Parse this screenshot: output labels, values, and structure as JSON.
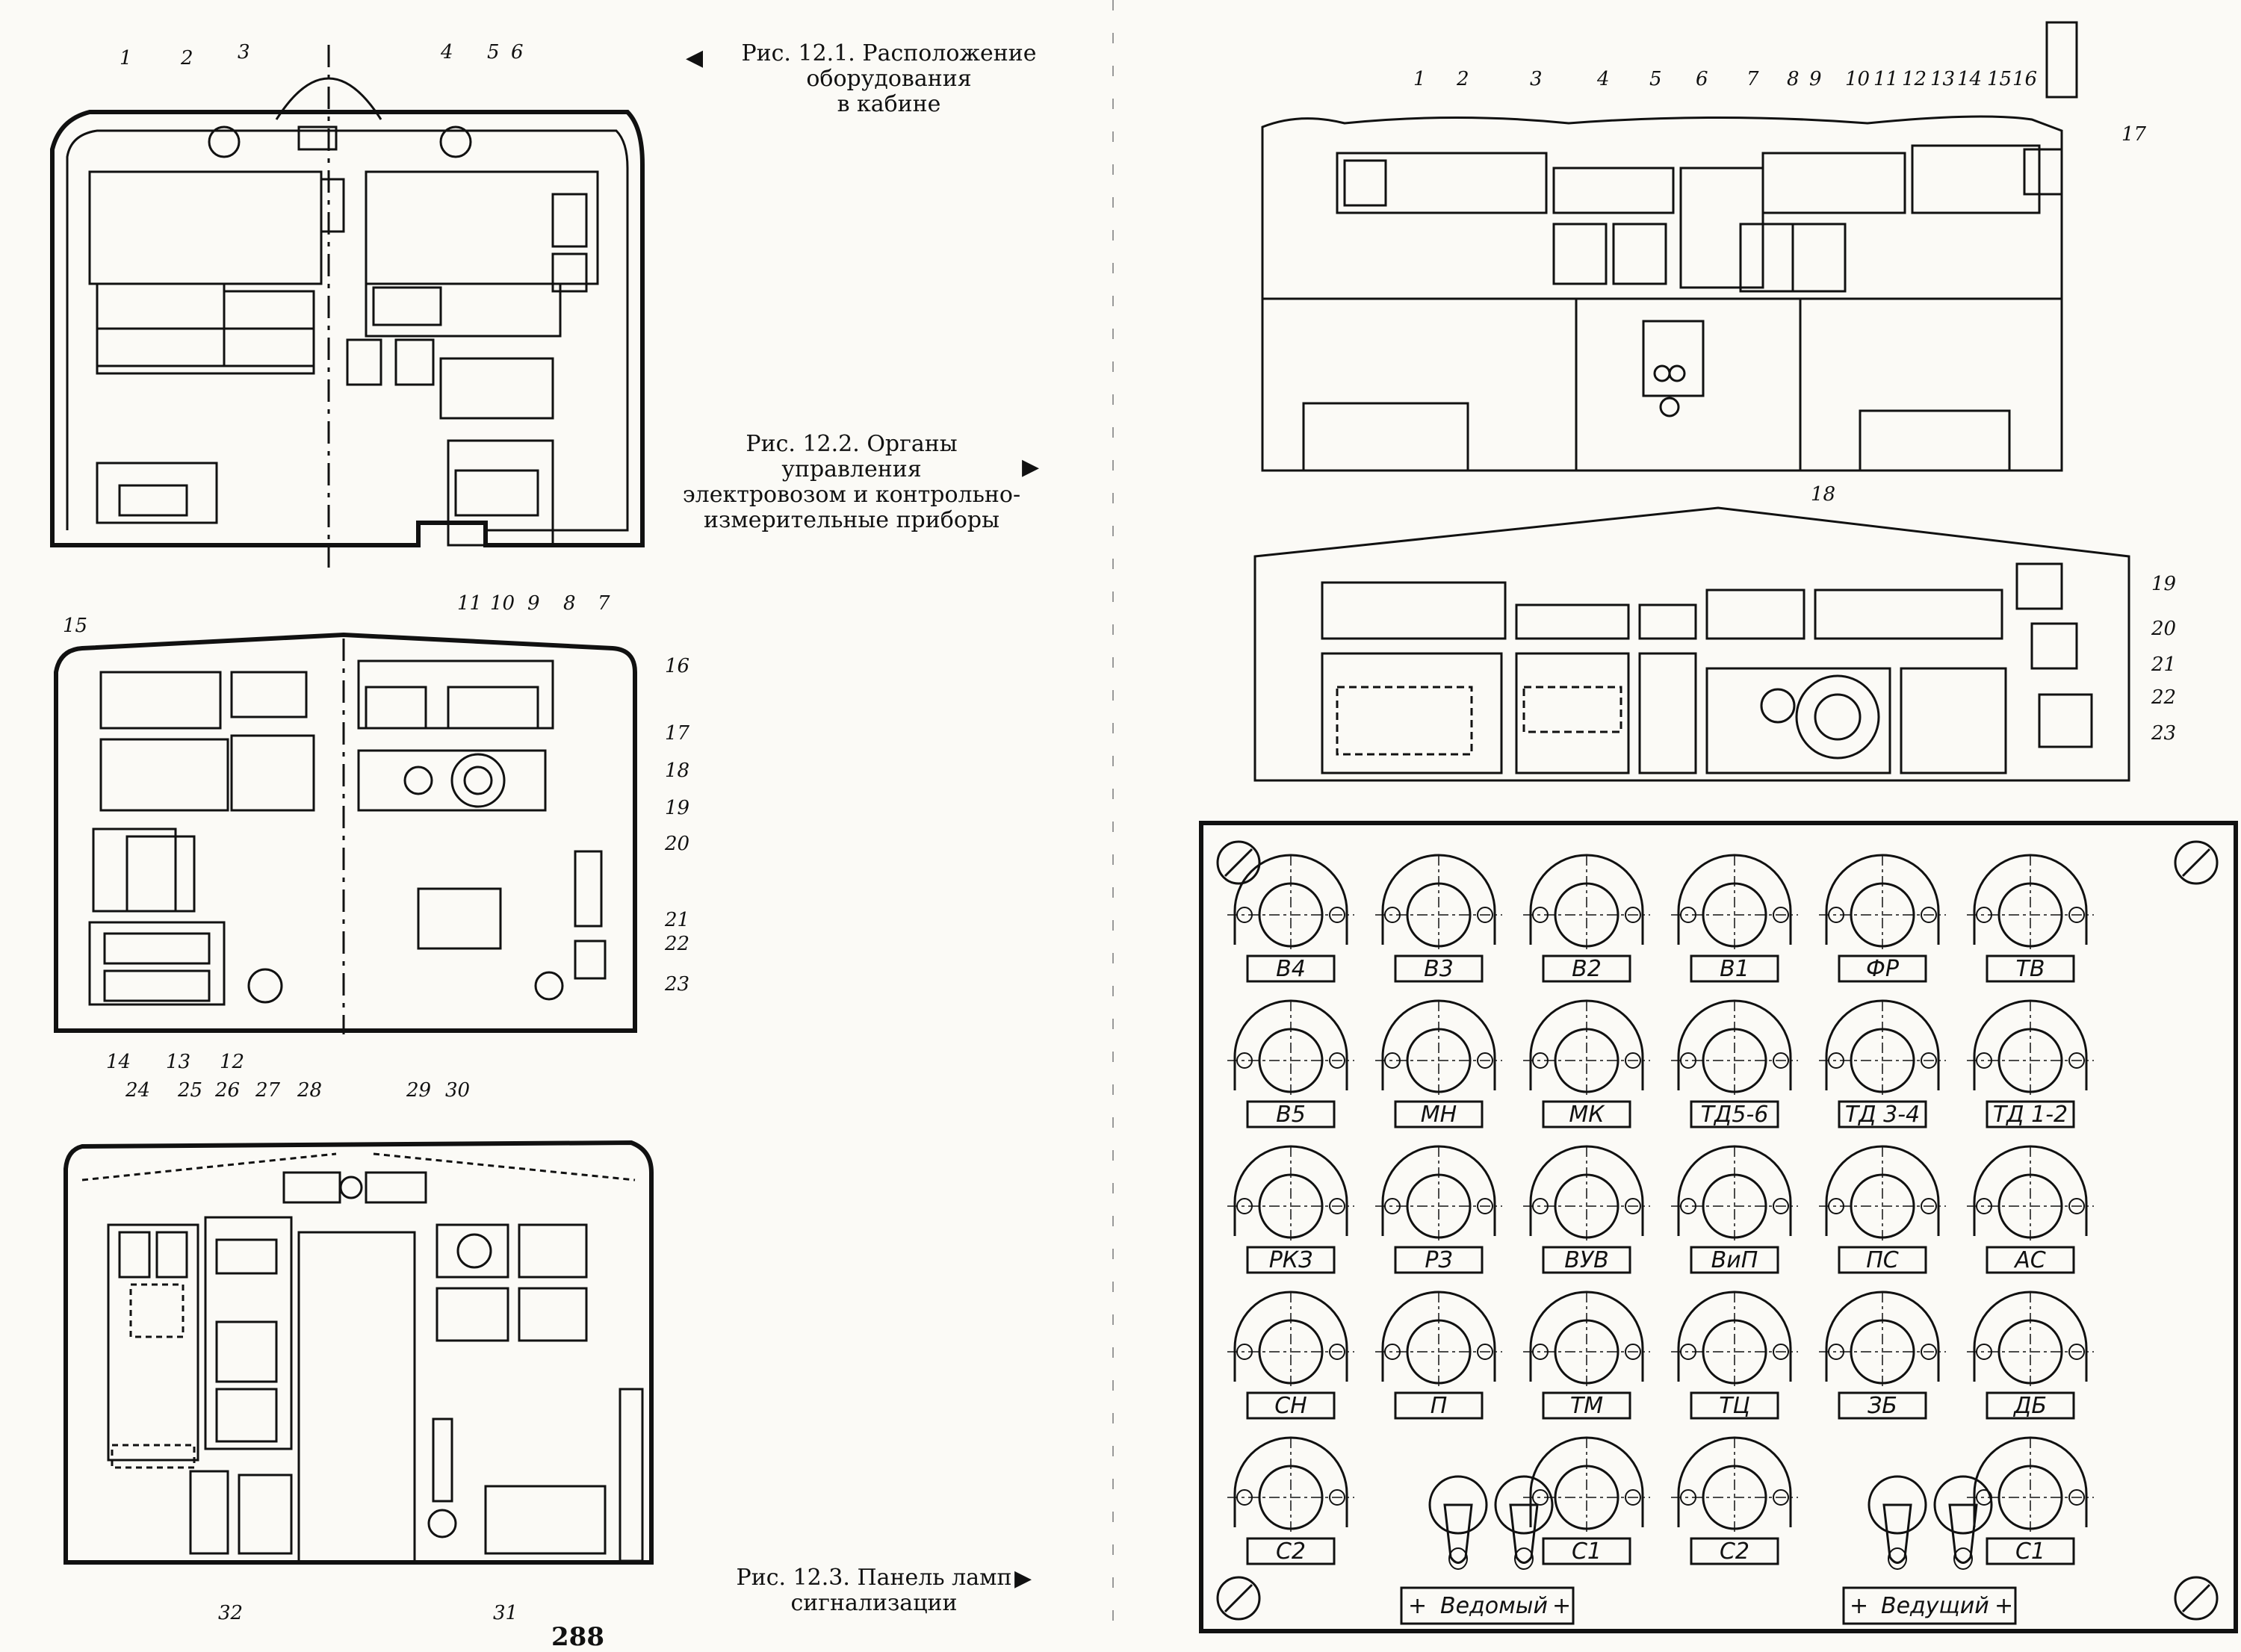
{
  "page_number": "288",
  "captions": {
    "fig1_line1": "Рис. 12.1. Расположение",
    "fig1_line2": "оборудования",
    "fig1_line3": "в кабине",
    "fig2_line1": "Рис. 12.2. Органы управления",
    "fig2_line2": "электровозом и контрольно-",
    "fig2_line3": "измерительные приборы",
    "fig3_line1": "Рис. 12.3. Панель ламп",
    "fig3_line2": "сигнализации"
  },
  "fig1": {
    "callouts_top": [
      "1",
      "2",
      "3",
      "4",
      "5",
      "6"
    ],
    "callouts_bottom": [
      "11",
      "10",
      "9",
      "8",
      "7"
    ]
  },
  "fig1b": {
    "callouts": [
      "15",
      "16",
      "17",
      "18",
      "19",
      "20",
      "21",
      "22",
      "23",
      "14",
      "13",
      "12"
    ]
  },
  "fig1c": {
    "callouts": [
      "24",
      "25",
      "26",
      "27",
      "28",
      "29",
      "30",
      "32",
      "31"
    ]
  },
  "fig2": {
    "callouts_top": [
      "1",
      "2",
      "3",
      "4",
      "5",
      "6",
      "7",
      "8",
      "9",
      "10",
      "11",
      "12",
      "13",
      "14",
      "15",
      "16",
      "17"
    ],
    "callouts_mid": [
      "18",
      "19",
      "20",
      "21",
      "22",
      "23"
    ]
  },
  "fig3": {
    "lamps": [
      [
        "В4",
        "В3",
        "В2",
        "В1",
        "ФР",
        "ТВ"
      ],
      [
        "В5",
        "МН",
        "МК",
        "ТД5-6",
        "ТД 3-4",
        "ТД 1-2"
      ],
      [
        "РКЗ",
        "РЗ",
        "ВУВ",
        "ВиП",
        "ПС",
        "АС"
      ],
      [
        "СН",
        "П",
        "ТМ",
        "ТЦ",
        "ЗБ",
        "ДБ"
      ]
    ],
    "bottom_row": [
      "С2",
      "",
      "",
      "С1",
      "С2",
      "",
      "",
      "С1"
    ],
    "switch_left_label": "Ведомый",
    "switch_right_label": "Ведущий",
    "plus": "+"
  }
}
